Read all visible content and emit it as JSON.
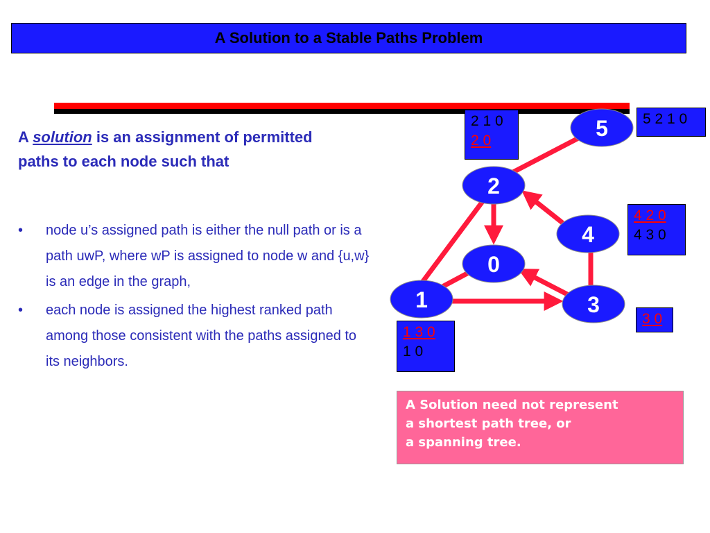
{
  "title": "A Solution to a Stable Paths Problem",
  "heading": {
    "prefix": "A ",
    "emphasis": "solution",
    "rest": " is an assignment of permitted paths to each node such that"
  },
  "bullets": [
    "node u’s assigned path is either the null path or is a path uwP, where wP is assigned to node w and {u,w} is an edge in the graph,",
    "each node is assigned the highest ranked path among those consistent with the paths assigned to its neighbors."
  ],
  "bullet_symbol": "•",
  "nodes": {
    "n0": "0",
    "n1": "1",
    "n2": "2",
    "n3": "3",
    "n4": "4",
    "n5": "5"
  },
  "paths": {
    "node2": {
      "red": "2 0",
      "black_first": "2 1 0"
    },
    "node5": {
      "black": "5 2 1 0"
    },
    "node4": {
      "red": "4 2 0",
      "black": "4 3 0"
    },
    "node3": {
      "red": "3 0"
    },
    "node1": {
      "red": "1 3 0",
      "black": "1 0"
    }
  },
  "note": [
    "A Solution need not represent",
    "a shortest path tree, or",
    "a spanning tree."
  ],
  "colors": {
    "node_fill": "#1a1aff",
    "edge": "#ff1a3c",
    "title_bg": "#1a1aff",
    "text_blue": "#2b2bb8",
    "note_bg": "#ff6699"
  }
}
